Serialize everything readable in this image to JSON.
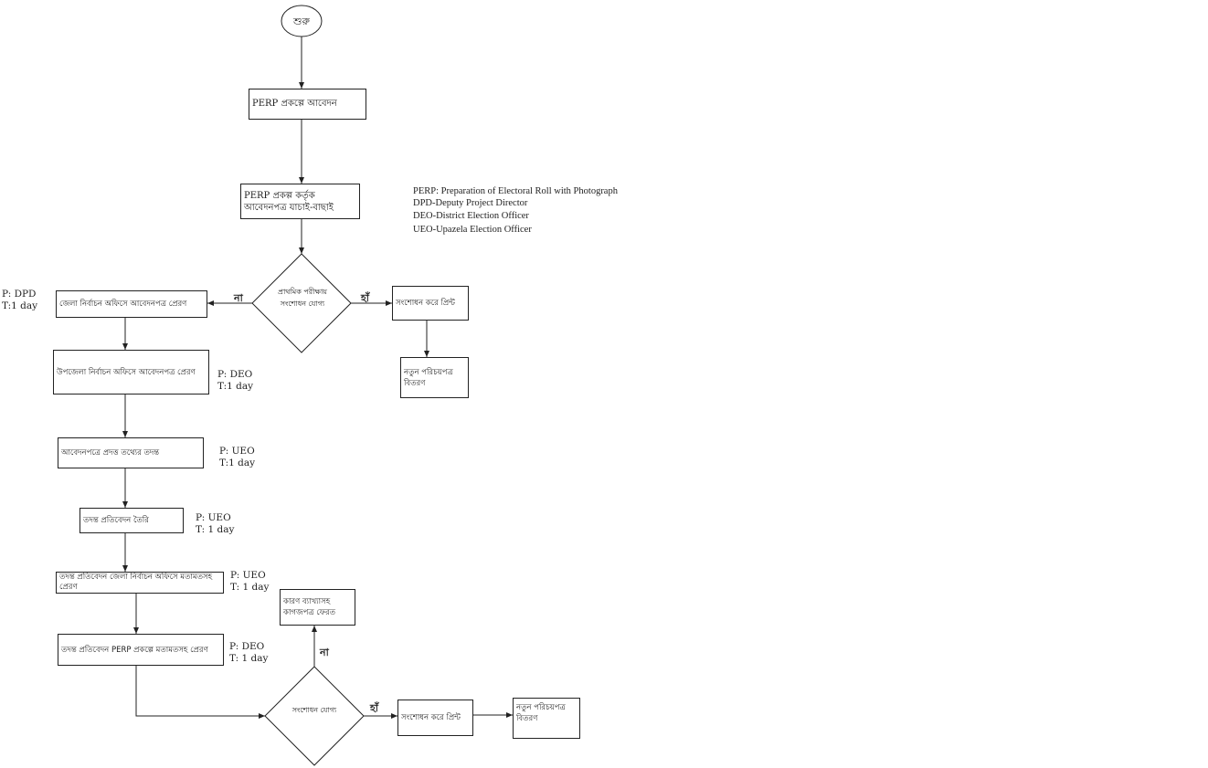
{
  "start": "শুরু",
  "steps": {
    "apply": "PERP প্রকল্পে আবেদন",
    "verify": "PERP প্রকল্প কর্তৃক আবেদনপত্র যাচাই-বাছাই",
    "decision1": "প্রাথমিক পরীক্ষায় সংশোধন যোগ্য",
    "correct_print1": "সংশোধন করে প্রিন্ট",
    "distribute1": "নতুন পরিচয়পত্র বিতরণ",
    "send_district": "জেলা নির্বাচন অফিসে আবেদনপত্র প্রেরণ",
    "send_upazila": "উপজেলা নির্বাচন অফিসে আবেদনপত্র প্রেরণ",
    "investigate": "আবেদনপত্রে প্রদত্ত তথ্যের তদন্ত",
    "report": "তদন্ত প্রতিবেদন তৈরি",
    "report_to_district": "তদন্ত প্রতিবেদন জেলা নির্বাচন অফিসে মতামতসহ প্রেরণ",
    "report_to_perp": "তদন্ত প্রতিবেদন PERP প্রকল্পে মতামতসহ প্রেরণ",
    "decision2": "সংশোধন যোগ্য",
    "correct_print2": "সংশোধন করে প্রিন্ট",
    "distribute2": "নতুন পরিচয়পত্র বিতরণ",
    "return_docs": "কারণ ব্যাখ্যাসহ কাগজপত্র ফেরত"
  },
  "branches": {
    "no": "না",
    "yes": "হাঁ"
  },
  "annotations": {
    "dpd": {
      "p": "P: DPD",
      "t": "T:1 day"
    },
    "deo1": {
      "p": "P: DEO",
      "t": "T:1 day"
    },
    "ueo1": {
      "p": "P: UEO",
      "t": "T:1 day"
    },
    "ueo2": {
      "p": "P: UEO",
      "t": "T: 1 day"
    },
    "ueo3": {
      "p": "P: UEO",
      "t": "T: 1 day"
    },
    "deo2": {
      "p": "P: DEO",
      "t": "T: 1 day"
    }
  },
  "legend": [
    "PERP: Preparation of Electoral Roll with Photograph",
    "DPD-Deputy Project Director",
    "DEO-District Election Officer",
    "UEO-Upazela Election Officer"
  ]
}
